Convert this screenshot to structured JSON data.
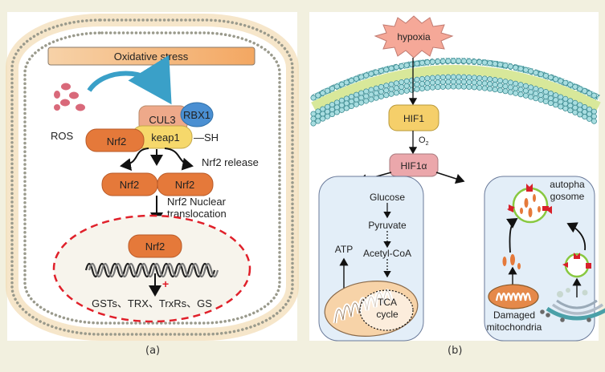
{
  "panel_a": {
    "caption": "(a)",
    "oxidative_stress": "Oxidative stress",
    "ros": "ROS",
    "cul3": "CUL3",
    "rbx1": "RBX1",
    "keap1": "keap1",
    "sh": "—SH",
    "nrf2": "Nrf2",
    "nrf2_release": "Nrf2 release",
    "nuclear_translocation_1": "Nrf2 Nuclear",
    "nuclear_translocation_2": "translocation",
    "plus": "+",
    "targets": "GSTs、TRX、TrxRs、GS"
  },
  "panel_b": {
    "caption": "(b)",
    "hypoxia": "hypoxia",
    "hif1": "HIF1",
    "o2": "O",
    "o2_sub": "2",
    "hif1a": "HIF1α",
    "glucose": "Glucose",
    "pyruvate": "Pyruvate",
    "acetyl_coa": "Acetyl-CoA",
    "atp": "ATP",
    "tca_1": "TCA",
    "tca_2": "cycle",
    "autophagosome_1": "autopha",
    "autophagosome_2": "gosome",
    "damaged_1": "Damaged",
    "damaged_2": "mitochondria"
  },
  "colors": {
    "background": "#f2f0df",
    "nrf2": "#e5793a",
    "cul3": "#eea98a",
    "rbx1": "#4a8fd2",
    "keap1": "#f6d86b",
    "oxidative_bar": "#f4c08e",
    "ros": "#d9697a",
    "nucleus_border": "#e0202a",
    "hypoxia": "#f5a898",
    "hif1": "#f5cf6a",
    "hif1a": "#eba7ab",
    "membrane_head": "#a8dde0",
    "membrane_tail": "#d8e89a",
    "compartment": "#e3eef8",
    "vesicle": "#88c840",
    "receptor": "#d8202a"
  }
}
